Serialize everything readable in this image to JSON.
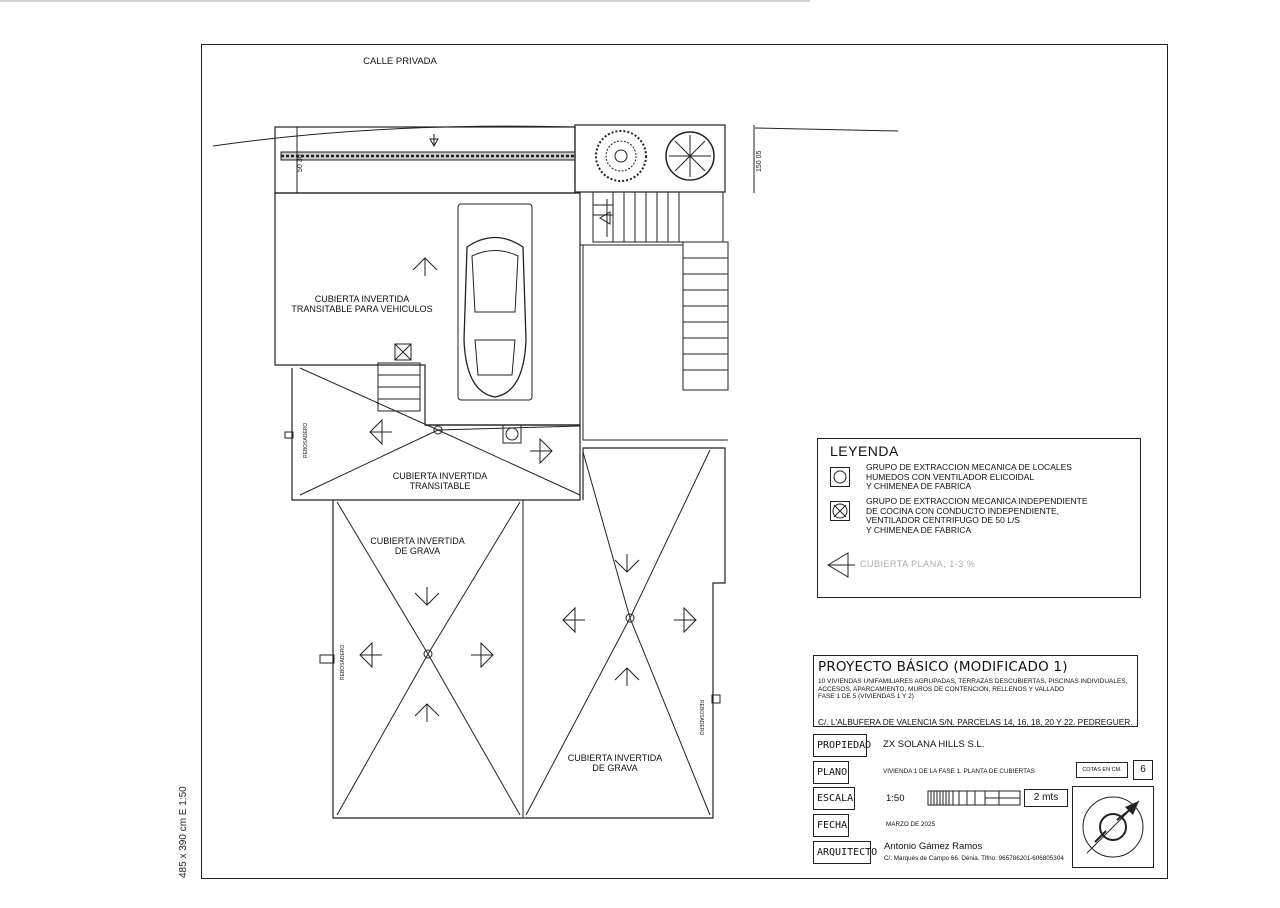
{
  "side_label": "485 x 390 cm E 1:50",
  "plan": {
    "street": "CALLE PRIVADA",
    "dim_left": "50 30",
    "dim_right": "150 05",
    "zone_vehicles": "CUBIERTA INVERTIDA\nTRANSITABLE PARA VEHICULOS",
    "zone_transitable": "CUBIERTA INVERTIDA\nTRANSITABLE",
    "zone_grava_1": "CUBIERTA INVERTIDA\nDE GRAVA",
    "zone_grava_2": "CUBIERTA INVERTIDA\nDE GRAVA",
    "side_mark": "REBOSADERO"
  },
  "legend": {
    "title": "LEYENDA",
    "item_1": "GRUPO DE EXTRACCION MECANICA DE LOCALES\nHUMEDOS CON VENTILADOR ELICOIDAL\nY CHIMENEA DE FABRICA",
    "item_2": "GRUPO DE EXTRACCION MECANICA INDEPENDIENTE\nDE COCINA CON CONDUCTO INDEPENDIENTE,\nVENTILADOR CENTRIFUGO DE 50 L/S\nY CHIMENEA DE FABRICA",
    "item_3": "CUBIERTA PLANA, 1-3 %"
  },
  "title_block": {
    "project": "PROYECTO BÁSICO (MODIFICADO 1)",
    "description": "10 VIVIENDAS UNIFAMILIARES AGRUPADAS, TERRAZAS DESCUBIERTAS, PISCINAS INDIVIDUALES,\nACCESOS, APARCAMIENTO, MUROS DE CONTENCION, RELLENOS Y VALLADO\nFASE 1 DE 5 (VIVIENDAS 1 Y 2)",
    "address": "C/. L'ALBUFERA DE VALENCIA S/N. PARCELAS 14, 16, 18, 20 Y 22. PEDREGUER."
  },
  "rows": {
    "propiedad_label": "PROPIEDAD",
    "propiedad_value": "ZX SOLANA HILLS S.L.",
    "plano_label": "PLANO",
    "plano_value": "VIVIENDA 1 DE LA FASE 1. PLANTA DE CUBIERTAS",
    "cotas_label": "COTAS EN CM.",
    "sheet_number": "6",
    "escala_label": "ESCALA",
    "escala_value": "1:50",
    "scale_bar_label": "2 mts",
    "fecha_label": "FECHA",
    "fecha_value": "MARZO DE 2025",
    "arquitecto_label": "ARQUITECTO",
    "arquitecto_name": "Antonio Gámez Ramos",
    "arquitecto_contact": "C/. Marqués de Campo 66. Dénia. Tlfno: 965786201-606805304"
  }
}
